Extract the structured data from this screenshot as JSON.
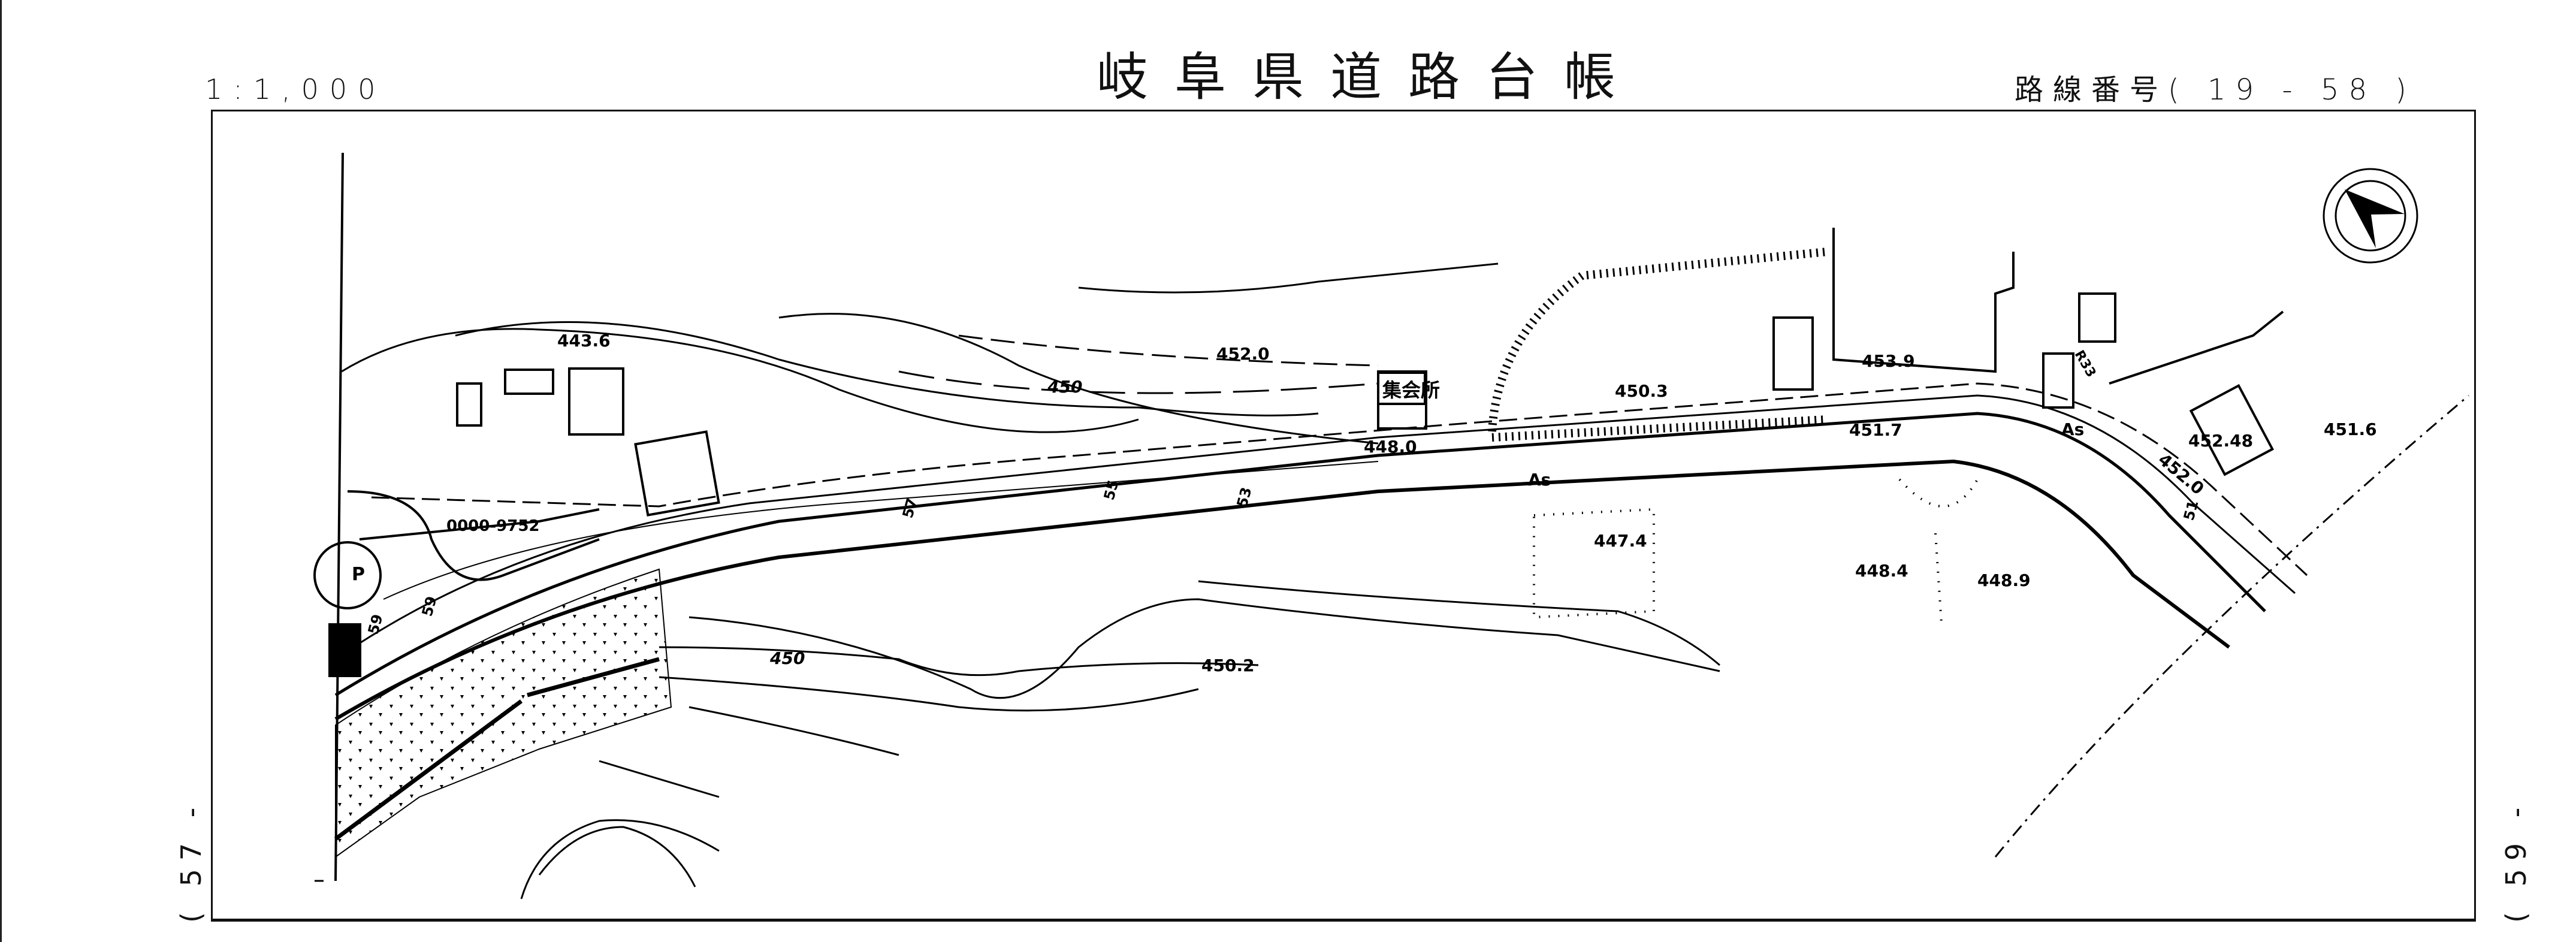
{
  "document": {
    "title": "岐阜県道路台帳",
    "scale": "1:1,000",
    "route_number_label": "路線番号",
    "route_number": "( 19 - 58 )",
    "prev_sheet": "( 57 -",
    "next_sheet": "( 59 -"
  },
  "map": {
    "north_arrow": "north-arrow-icon",
    "building_label": "集会所",
    "road_id": "0000-9752",
    "pavement_label": "As",
    "parking_label": "P",
    "section_markers": [
      "59",
      "57",
      "55",
      "53",
      "51"
    ],
    "curve_label": "R33",
    "elevations": [
      {
        "name": "elev-443-6",
        "value": "443.6"
      },
      {
        "name": "elev-452-0-north",
        "value": "452.0"
      },
      {
        "name": "contour-450-north",
        "value": "450"
      },
      {
        "name": "elev-450-3",
        "value": "450.3"
      },
      {
        "name": "elev-448-0",
        "value": "448.0"
      },
      {
        "name": "elev-453-9",
        "value": "453.9"
      },
      {
        "name": "elev-451-7",
        "value": "451.7"
      },
      {
        "name": "elev-452-48",
        "value": "452.48"
      },
      {
        "name": "elev-451-6",
        "value": "451.6"
      },
      {
        "name": "elev-452-0-east",
        "value": "452.0"
      },
      {
        "name": "elev-447-4",
        "value": "447.4"
      },
      {
        "name": "elev-448-4",
        "value": "448.4"
      },
      {
        "name": "elev-448-9",
        "value": "448.9"
      },
      {
        "name": "contour-450-south",
        "value": "450"
      },
      {
        "name": "elev-450-2",
        "value": "450.2"
      }
    ]
  }
}
